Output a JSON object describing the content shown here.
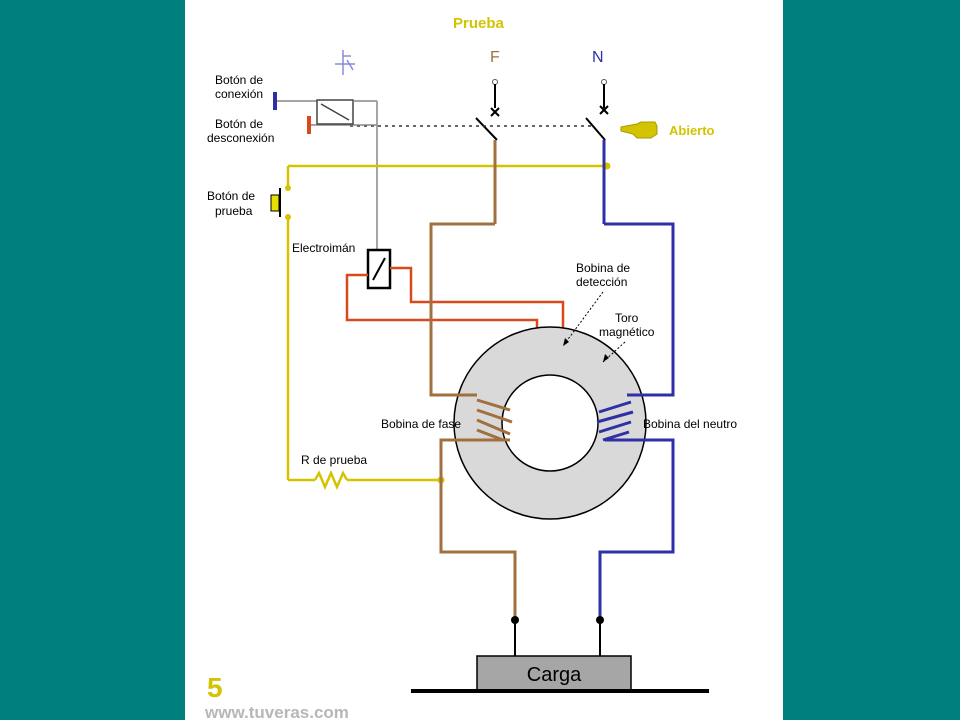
{
  "diagram": {
    "title": "Prueba",
    "phase_label": "F",
    "neutral_label": "N",
    "status_label": "Abierto",
    "connect_button_label": [
      "Botón de",
      "conexión"
    ],
    "disconnect_button_label": [
      "Botón de",
      "desconexión"
    ],
    "test_button_label": [
      "Botón de",
      "prueba"
    ],
    "electromagnet_label": "Electroimán",
    "detection_coil_label": [
      "Bobina de",
      "detección"
    ],
    "toroid_label": [
      "Toro",
      "magnético"
    ],
    "phase_coil_label": "Bobina de fase",
    "neutral_coil_label": "Bobina del neutro",
    "test_resistor_label": "R de prueba",
    "load_label": "Carga",
    "slide_number": "5",
    "website": "www.tuveras.com"
  },
  "colors": {
    "background": "#007f7f",
    "phase_wire": "#a0703f",
    "neutral_wire": "#2f2fa6",
    "test_wire": "#d4c300",
    "detection_wire": "#d84a1b",
    "accent_text": "#d4c300",
    "toroid_fill": "#d9d9d9",
    "load_box": "#a6a6a6"
  },
  "icons": {
    "pointer": "hand-pointing-left-icon",
    "logo": "small-blue-logo-icon"
  }
}
